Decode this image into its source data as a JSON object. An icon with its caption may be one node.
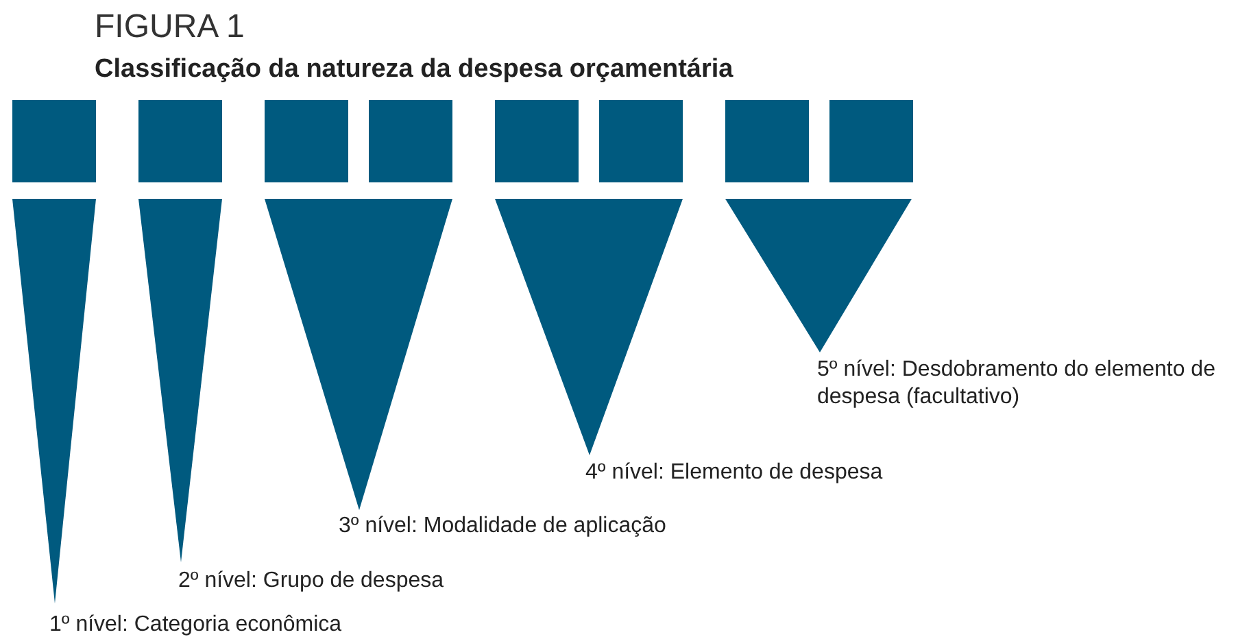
{
  "diagram": {
    "title": "Classificação da natureza da despesa orçamentária",
    "labels": [
      "FIGURA 1",
      "1º nível: Categoria econômica",
      "2º nível: Grupo de despesa",
      "3º nível: Modalidade de aplicação",
      "4º nível: Elemento de despesa",
      "5º nível: Desdobramento do elemento de despesa (facultativo)"
    ]
  }
}
